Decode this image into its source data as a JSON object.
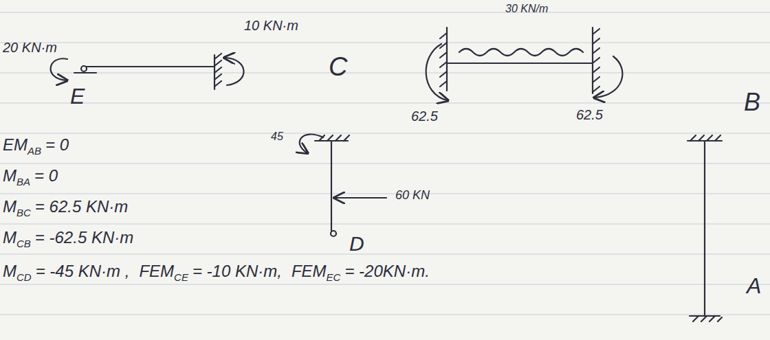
{
  "diagram": {
    "labels": [
      "20 KN·m",
      "10 KN·m",
      "30 KN/m",
      "E",
      "C",
      "62.5",
      "62.5",
      "B",
      "45",
      "60 KN",
      "D",
      "A",
      "EM",
      "AB",
      "= 0",
      "M",
      "BA",
      "= 0",
      "M",
      "BC",
      "= 62.5 KN·m",
      "M",
      "CB",
      "= -62.5 KN·m",
      "M",
      "CD",
      "= -45 KN·m ,",
      "FEM",
      "CE",
      "= -10 KN·m,",
      "FEM",
      "EC",
      "= -20KN·m."
    ]
  }
}
